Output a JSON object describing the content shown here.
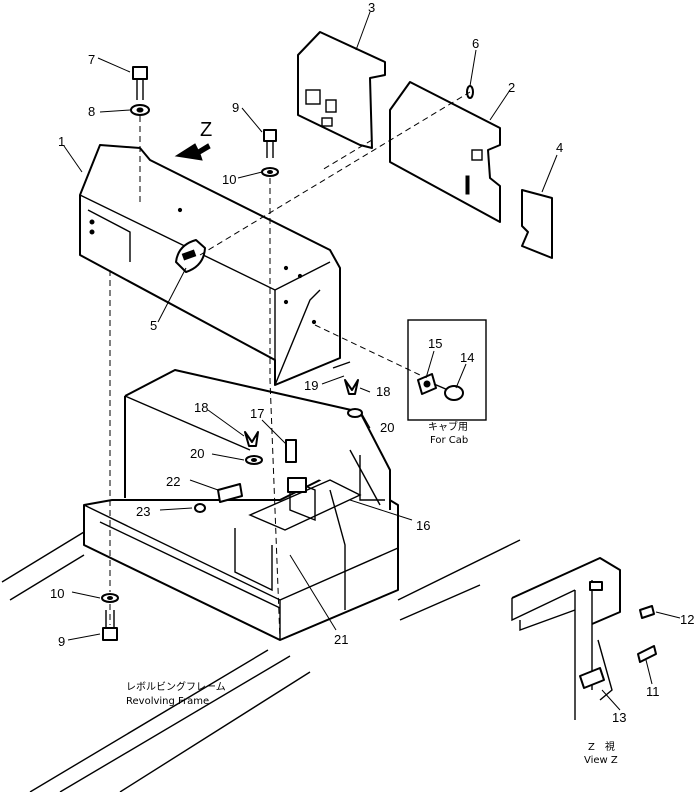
{
  "view_marker": "Z",
  "callouts": {
    "c1": "1",
    "c2": "2",
    "c3": "3",
    "c4": "4",
    "c5": "5",
    "c6": "6",
    "c7": "7",
    "c8": "8",
    "c9a": "9",
    "c9b": "9",
    "c10a": "10",
    "c10b": "10",
    "c11": "11",
    "c12": "12",
    "c13": "13",
    "c14": "14",
    "c15": "15",
    "c16": "16",
    "c17": "17",
    "c18a": "18",
    "c18b": "18",
    "c19": "19",
    "c20a": "20",
    "c20b": "20",
    "c21": "21",
    "c22": "22",
    "c23": "23"
  },
  "labels": {
    "frame_jp": "レボルビングフレーム",
    "frame_en": "Revolving Frame",
    "cab_jp": "キャブ用",
    "cab_en": "For Cab",
    "viewz_jp": "Z　視",
    "viewz_en": "View Z"
  }
}
